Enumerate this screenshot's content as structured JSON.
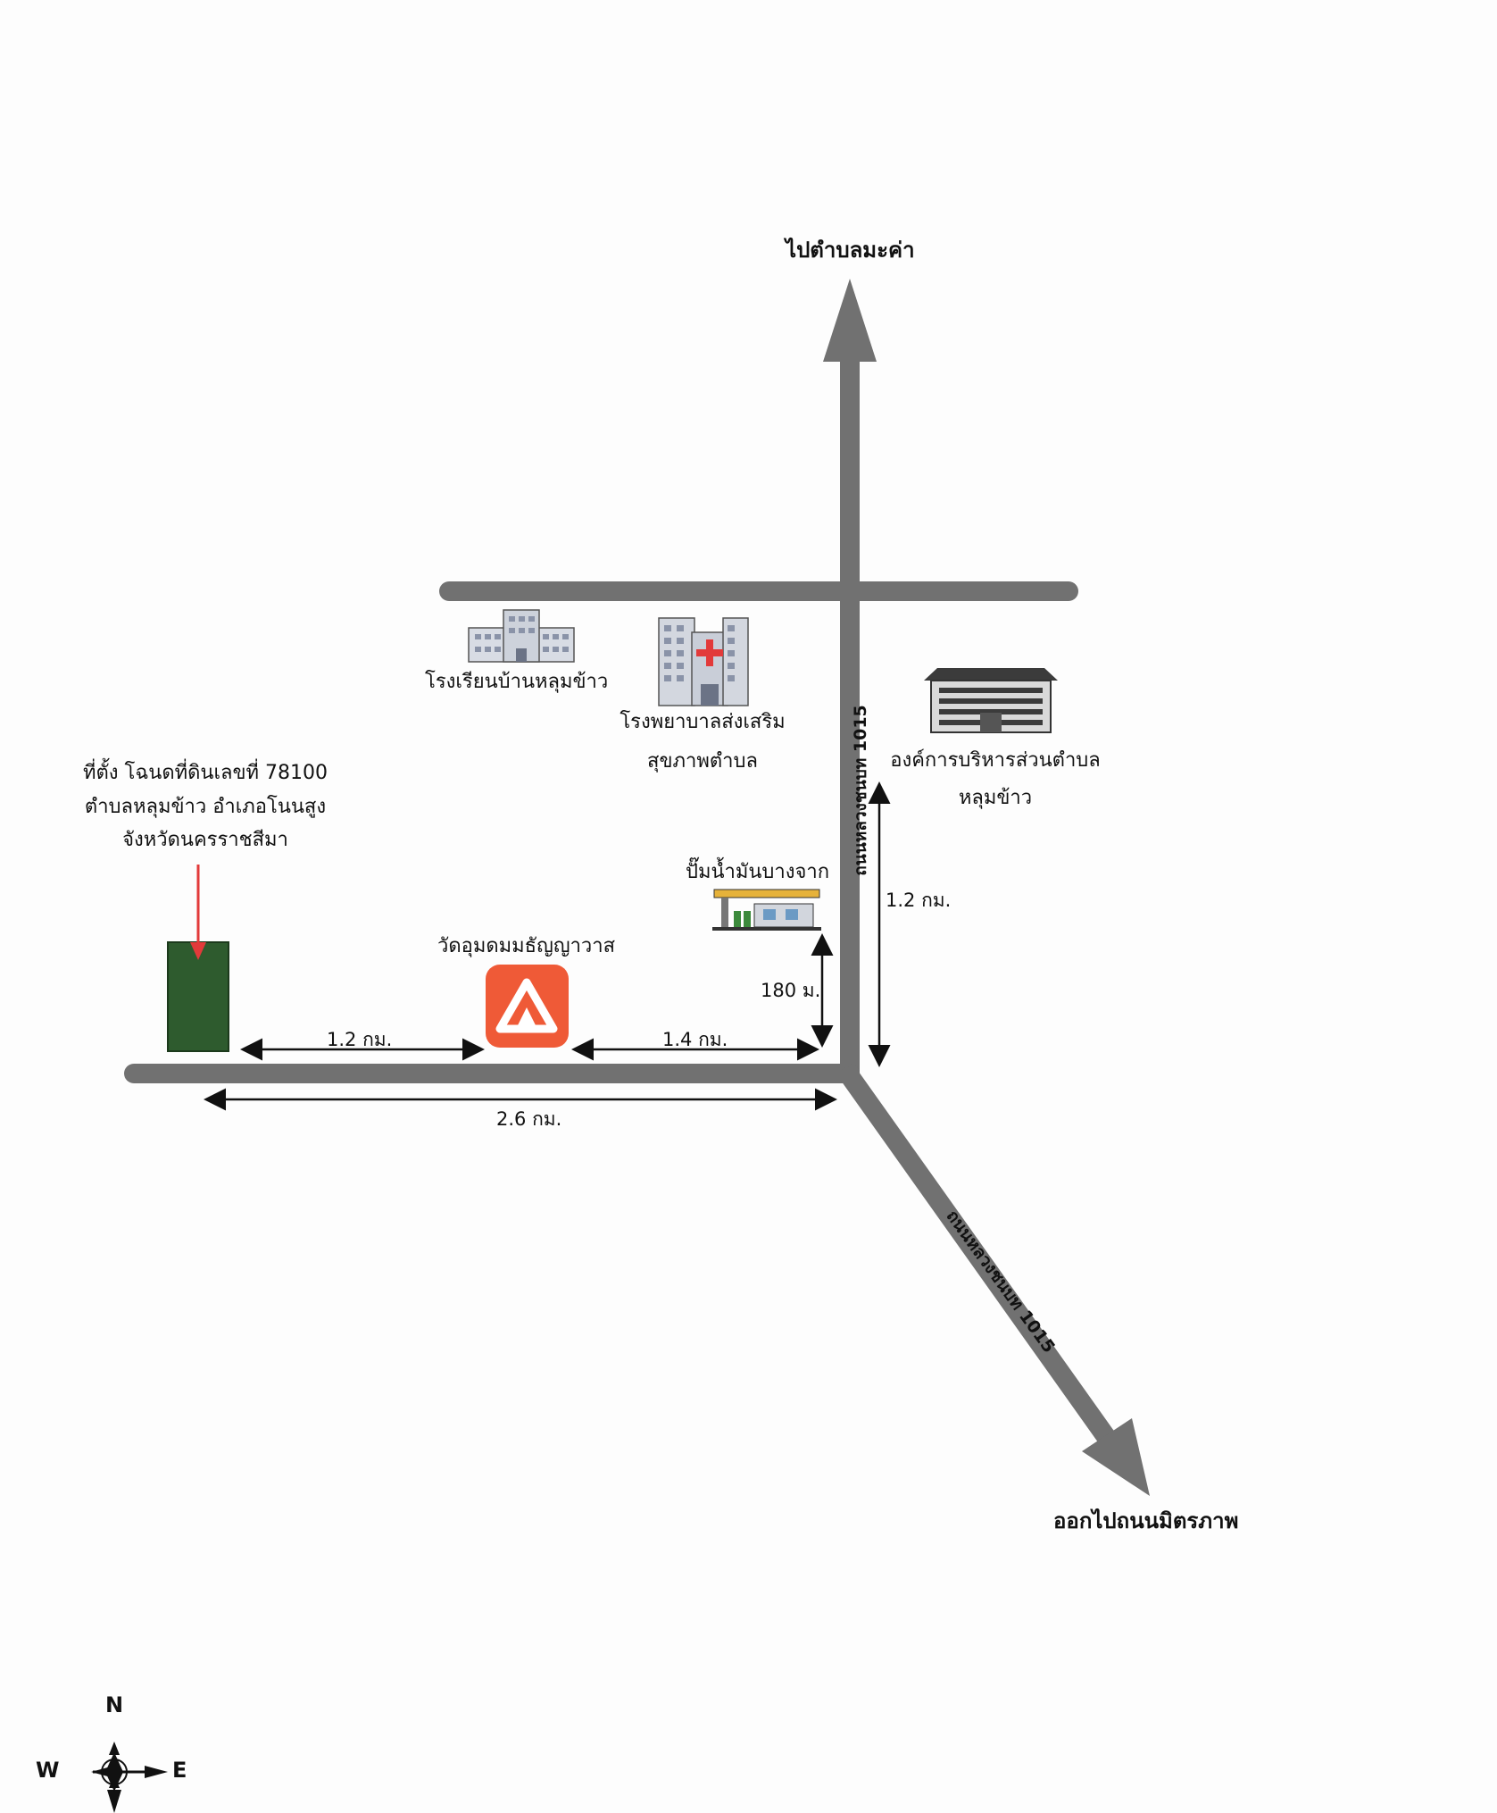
{
  "destinations": {
    "north": "ไปตำบลมะค่า",
    "southeast": "ออกไปถนนมิตรภาพ"
  },
  "road_label": "ถนนหลวงชนบท 1015",
  "site": {
    "lines": [
      "ที่ตั้ง โฉนดที่ดินเลขที่ 78100",
      "ตำบลหลุมข้าว อำเภอโนนสูง",
      "จังหวัดนครราชสีมา"
    ]
  },
  "landmarks": {
    "school": "โรงเรียนบ้านหลุมข้าว",
    "hospital": [
      "โรงพยาบาลส่งเสริม",
      "สุขภาพตำบล"
    ],
    "sao": [
      "องค์การบริหารส่วนตำบล",
      "หลุมข้าว"
    ],
    "gas_station": "ปั๊มน้ำมันบางจาก",
    "temple": "วัดอุมดมมธัญญาวาส"
  },
  "distances": {
    "site_to_temple": "1.2 กม.",
    "temple_to_junction": "1.4 กม.",
    "site_to_junction": "2.6 กม.",
    "gas_to_junction": "180 ม.",
    "sao_to_junction": "1.2 กม."
  },
  "compass": {
    "n": "N",
    "w": "W",
    "e": "E"
  },
  "colors": {
    "road": "#717171",
    "site_block": "#2e5b2e",
    "pin_arrow": "#e23a3a",
    "temple_icon": "#ef5a37"
  }
}
